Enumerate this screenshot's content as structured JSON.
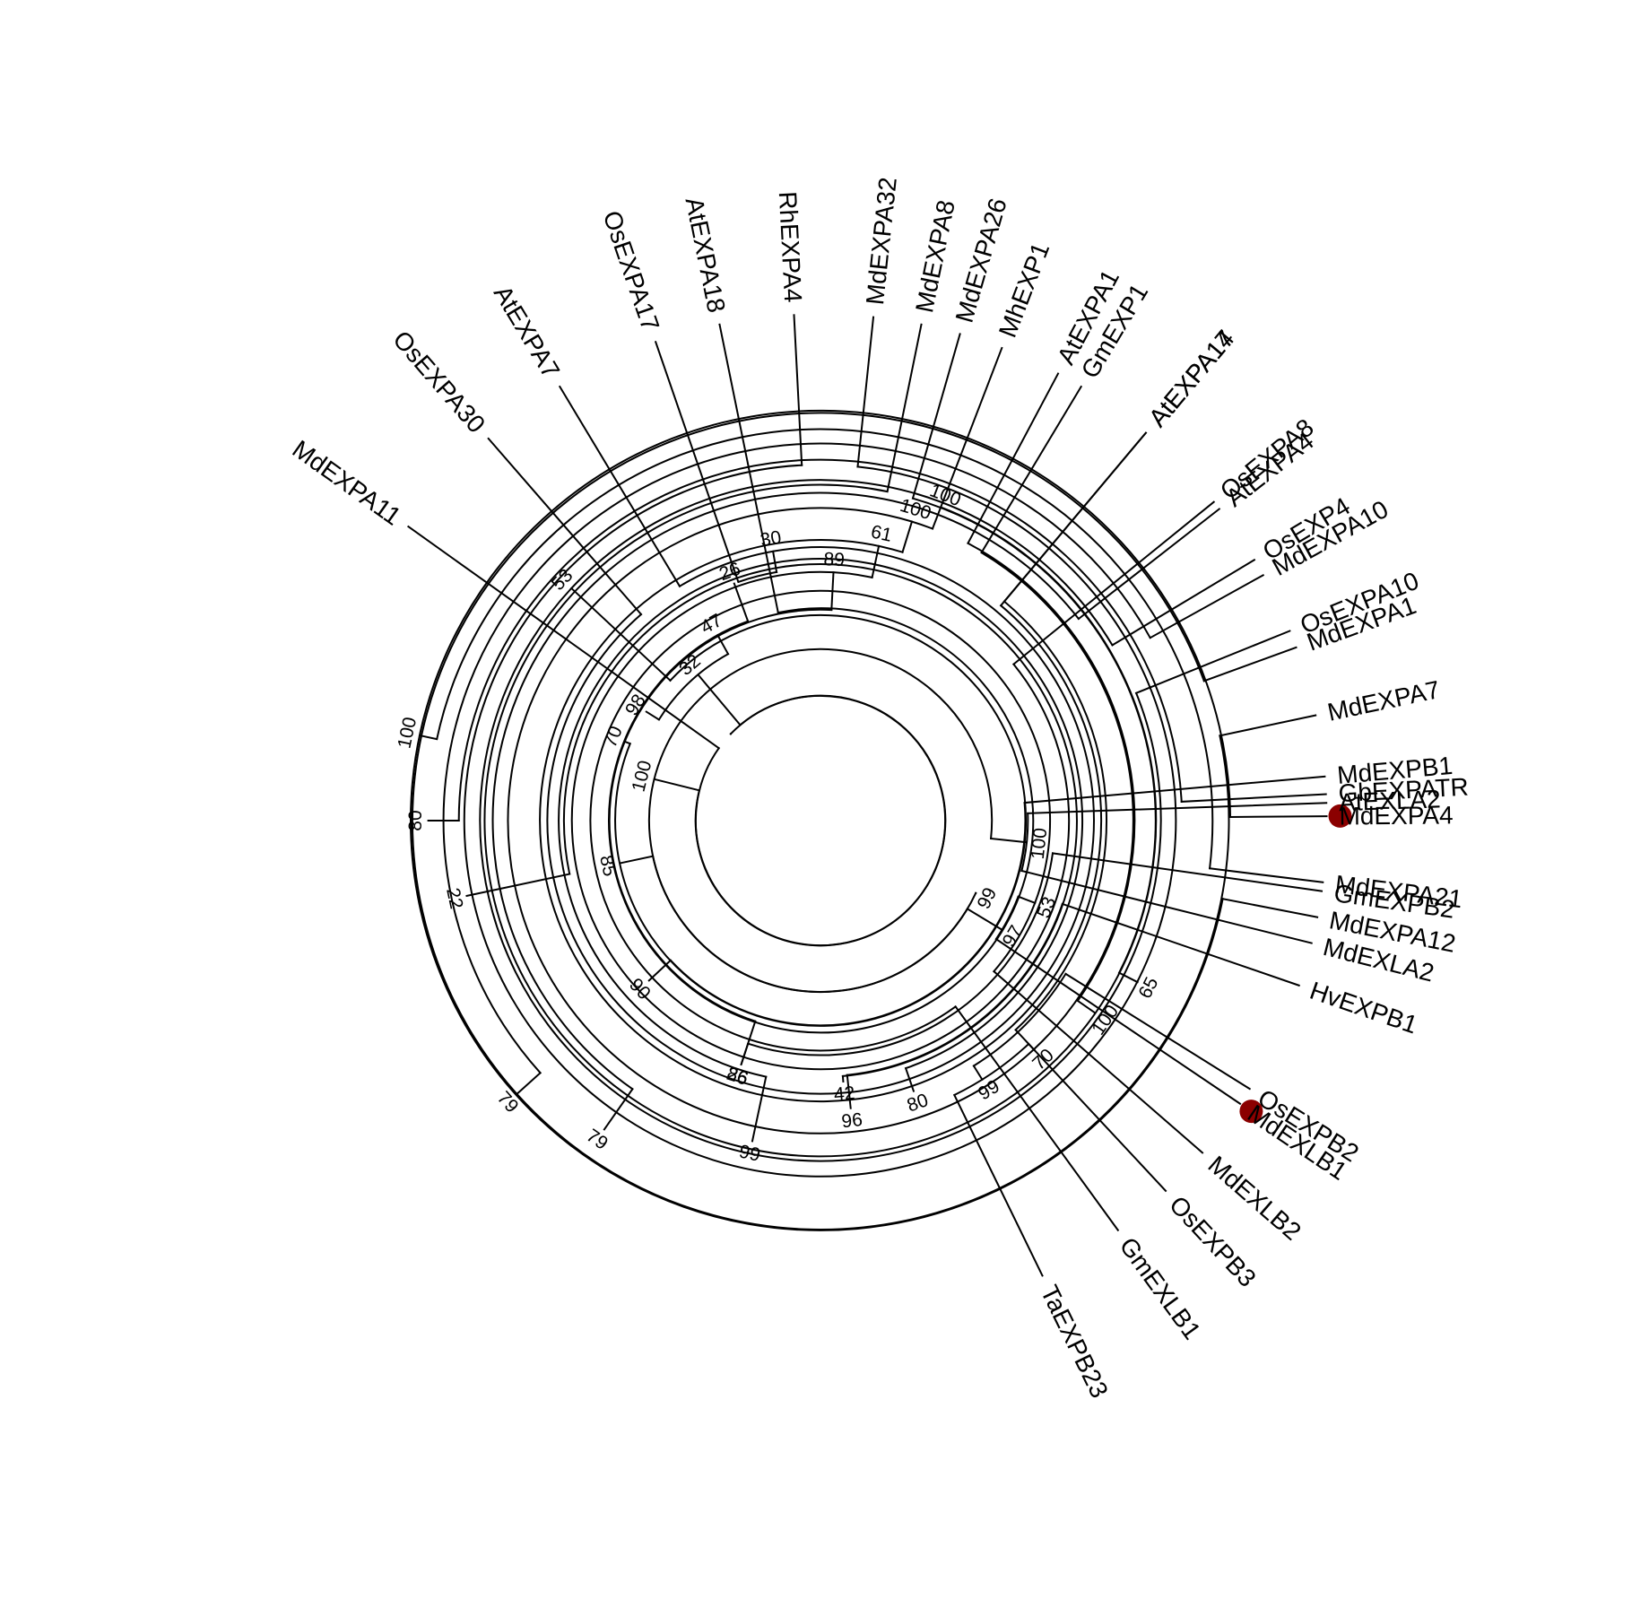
{
  "colors": {
    "line": "#000000",
    "highlight_marker": "#8b0000",
    "background": "#ffffff"
  },
  "tree": {
    "name": "root",
    "children": [
      {
        "name": "n100a",
        "boot": "100",
        "children": [
          {
            "name": "n85",
            "boot": "85",
            "children": [
              {
                "name": "n90",
                "boot": "90",
                "children": [
                  {
                    "name": "n86",
                    "boot": "86",
                    "children": [
                      {
                        "name": "n96",
                        "boot": "96",
                        "children": [
                          {
                            "name": "n99",
                            "boot": "99",
                            "children": [
                              {
                                "name": "TaEXPB23"
                              },
                              {
                                "name": "OsEXPB3"
                              }
                            ]
                          },
                          {
                            "name": "OsEXPB2"
                          }
                        ]
                      },
                      {
                        "name": "HvEXPB1"
                      }
                    ]
                  },
                  {
                    "name": "GmEXPB2"
                  }
                ]
              },
              {
                "name": "MdEXPB1"
              }
            ]
          },
          {
            "name": "n99b",
            "boot": "99",
            "children": [
              {
                "name": "n100b",
                "boot": "100",
                "children": [
                  {
                    "name": "MdEXLA2"
                  },
                  {
                    "name": "AtEXLA2"
                  }
                ]
              },
              {
                "name": "n97",
                "boot": "97",
                "children": [
                  {
                    "name": "MdEXLB1",
                    "marker": true
                  },
                  {
                    "name": "n53",
                    "boot": "53",
                    "children": [
                      {
                        "name": "MdEXLB2"
                      },
                      {
                        "name": "GmEXLB1"
                      }
                    ]
                  }
                ]
              }
            ]
          }
        ]
      },
      {
        "name": "nA",
        "children": [
          {
            "name": "MdEXPA11"
          },
          {
            "name": "n32",
            "boot": "32",
            "children": [
              {
                "name": "n47",
                "boot": "47",
                "children": [
                  {
                    "name": "n26b",
                    "boot": "26",
                    "children": [
                      {
                        "name": "n30",
                        "boot": "30",
                        "children": [
                          {
                            "name": "OsEXPA30"
                          },
                          {
                            "name": "AtEXPA7"
                          }
                        ]
                      },
                      {
                        "name": "OsEXPA17"
                      }
                    ]
                  },
                  {
                    "name": "AtEXPA18"
                  }
                ]
              },
              {
                "name": "n98",
                "boot": "98",
                "children": [
                  {
                    "name": "n70b",
                    "boot": "70",
                    "children": [
                      {
                        "name": "n89",
                        "boot": "89",
                        "children": [
                          {
                            "name": "n61",
                            "boot": "61",
                            "children": [
                              {
                                "name": "n100c",
                                "boot": "100",
                                "children": [
                                  {
                                    "name": "n100d",
                                    "boot": "100",
                                    "children": [
                                      {
                                        "name": "MdEXPA8"
                                      },
                                      {
                                        "name": "MhEXP1"
                                      }
                                    ]
                                  },
                                  {
                                    "name": "GmEXP1"
                                  }
                                ]
                              },
                              {
                                "name": "AtEXPA17"
                              }
                            ]
                          },
                          {
                            "name": "OsEXPA8"
                          }
                        ]
                      },
                      {
                        "name": "n26",
                        "boot": "26",
                        "children": [
                          {
                            "name": "n42",
                            "boot": "42",
                            "children": [
                              {
                                "name": "n80",
                                "boot": "80",
                                "children": [
                                  {
                                    "name": "n70",
                                    "boot": "70",
                                    "children": [
                                      {
                                        "name": "n100e",
                                        "boot": "100",
                                        "children": [
                                          {
                                            "name": "n65",
                                            "boot": "65",
                                            "children": [
                                              {
                                                "name": "RhEXPA4"
                                              },
                                              {
                                                "name": "MdEXPA32"
                                              }
                                            ]
                                          },
                                          {
                                            "name": "MdEXPA26"
                                          }
                                        ]
                                      },
                                      {
                                        "name": "AtEXPA1"
                                      }
                                    ]
                                  },
                                  {
                                    "name": "AtEXPA14"
                                  }
                                ]
                              },
                              {
                                "name": "n99c",
                                "boot": "99",
                                "children": [
                                  {
                                    "name": "AtEXPA4"
                                  },
                                  {
                                    "name": "n79a",
                                    "boot": "79",
                                    "children": [
                                      {
                                        "name": "MdEXPA10"
                                      },
                                      {
                                        "name": "n79b",
                                        "boot": "79",
                                        "children": [
                                          {
                                            "name": "MdEXPA1"
                                          },
                                          {
                                            "name": "MdEXPA7"
                                          }
                                        ]
                                      }
                                    ]
                                  }
                                ]
                              }
                            ]
                          },
                          {
                            "name": "n22",
                            "boot": "22",
                            "children": [
                              {
                                "name": "GbEXPATR"
                              },
                              {
                                "name": "n80b",
                                "boot": "80",
                                "children": [
                                  {
                                    "name": "MdEXPA21"
                                  },
                                  {
                                    "name": "n100f",
                                    "boot": "100",
                                    "children": [
                                      {
                                        "name": "MdEXPA4",
                                        "marker": true
                                      },
                                      {
                                        "name": "MdEXPA12"
                                      }
                                    ]
                                  }
                                ]
                              }
                            ]
                          }
                        ]
                      }
                    ]
                  },
                  {
                    "name": "n53b",
                    "boot": "53",
                    "children": [
                      {
                        "name": "OsEXP4"
                      },
                      {
                        "name": "OsEXPA10"
                      }
                    ]
                  }
                ]
              }
            ]
          }
        ]
      }
    ]
  }
}
